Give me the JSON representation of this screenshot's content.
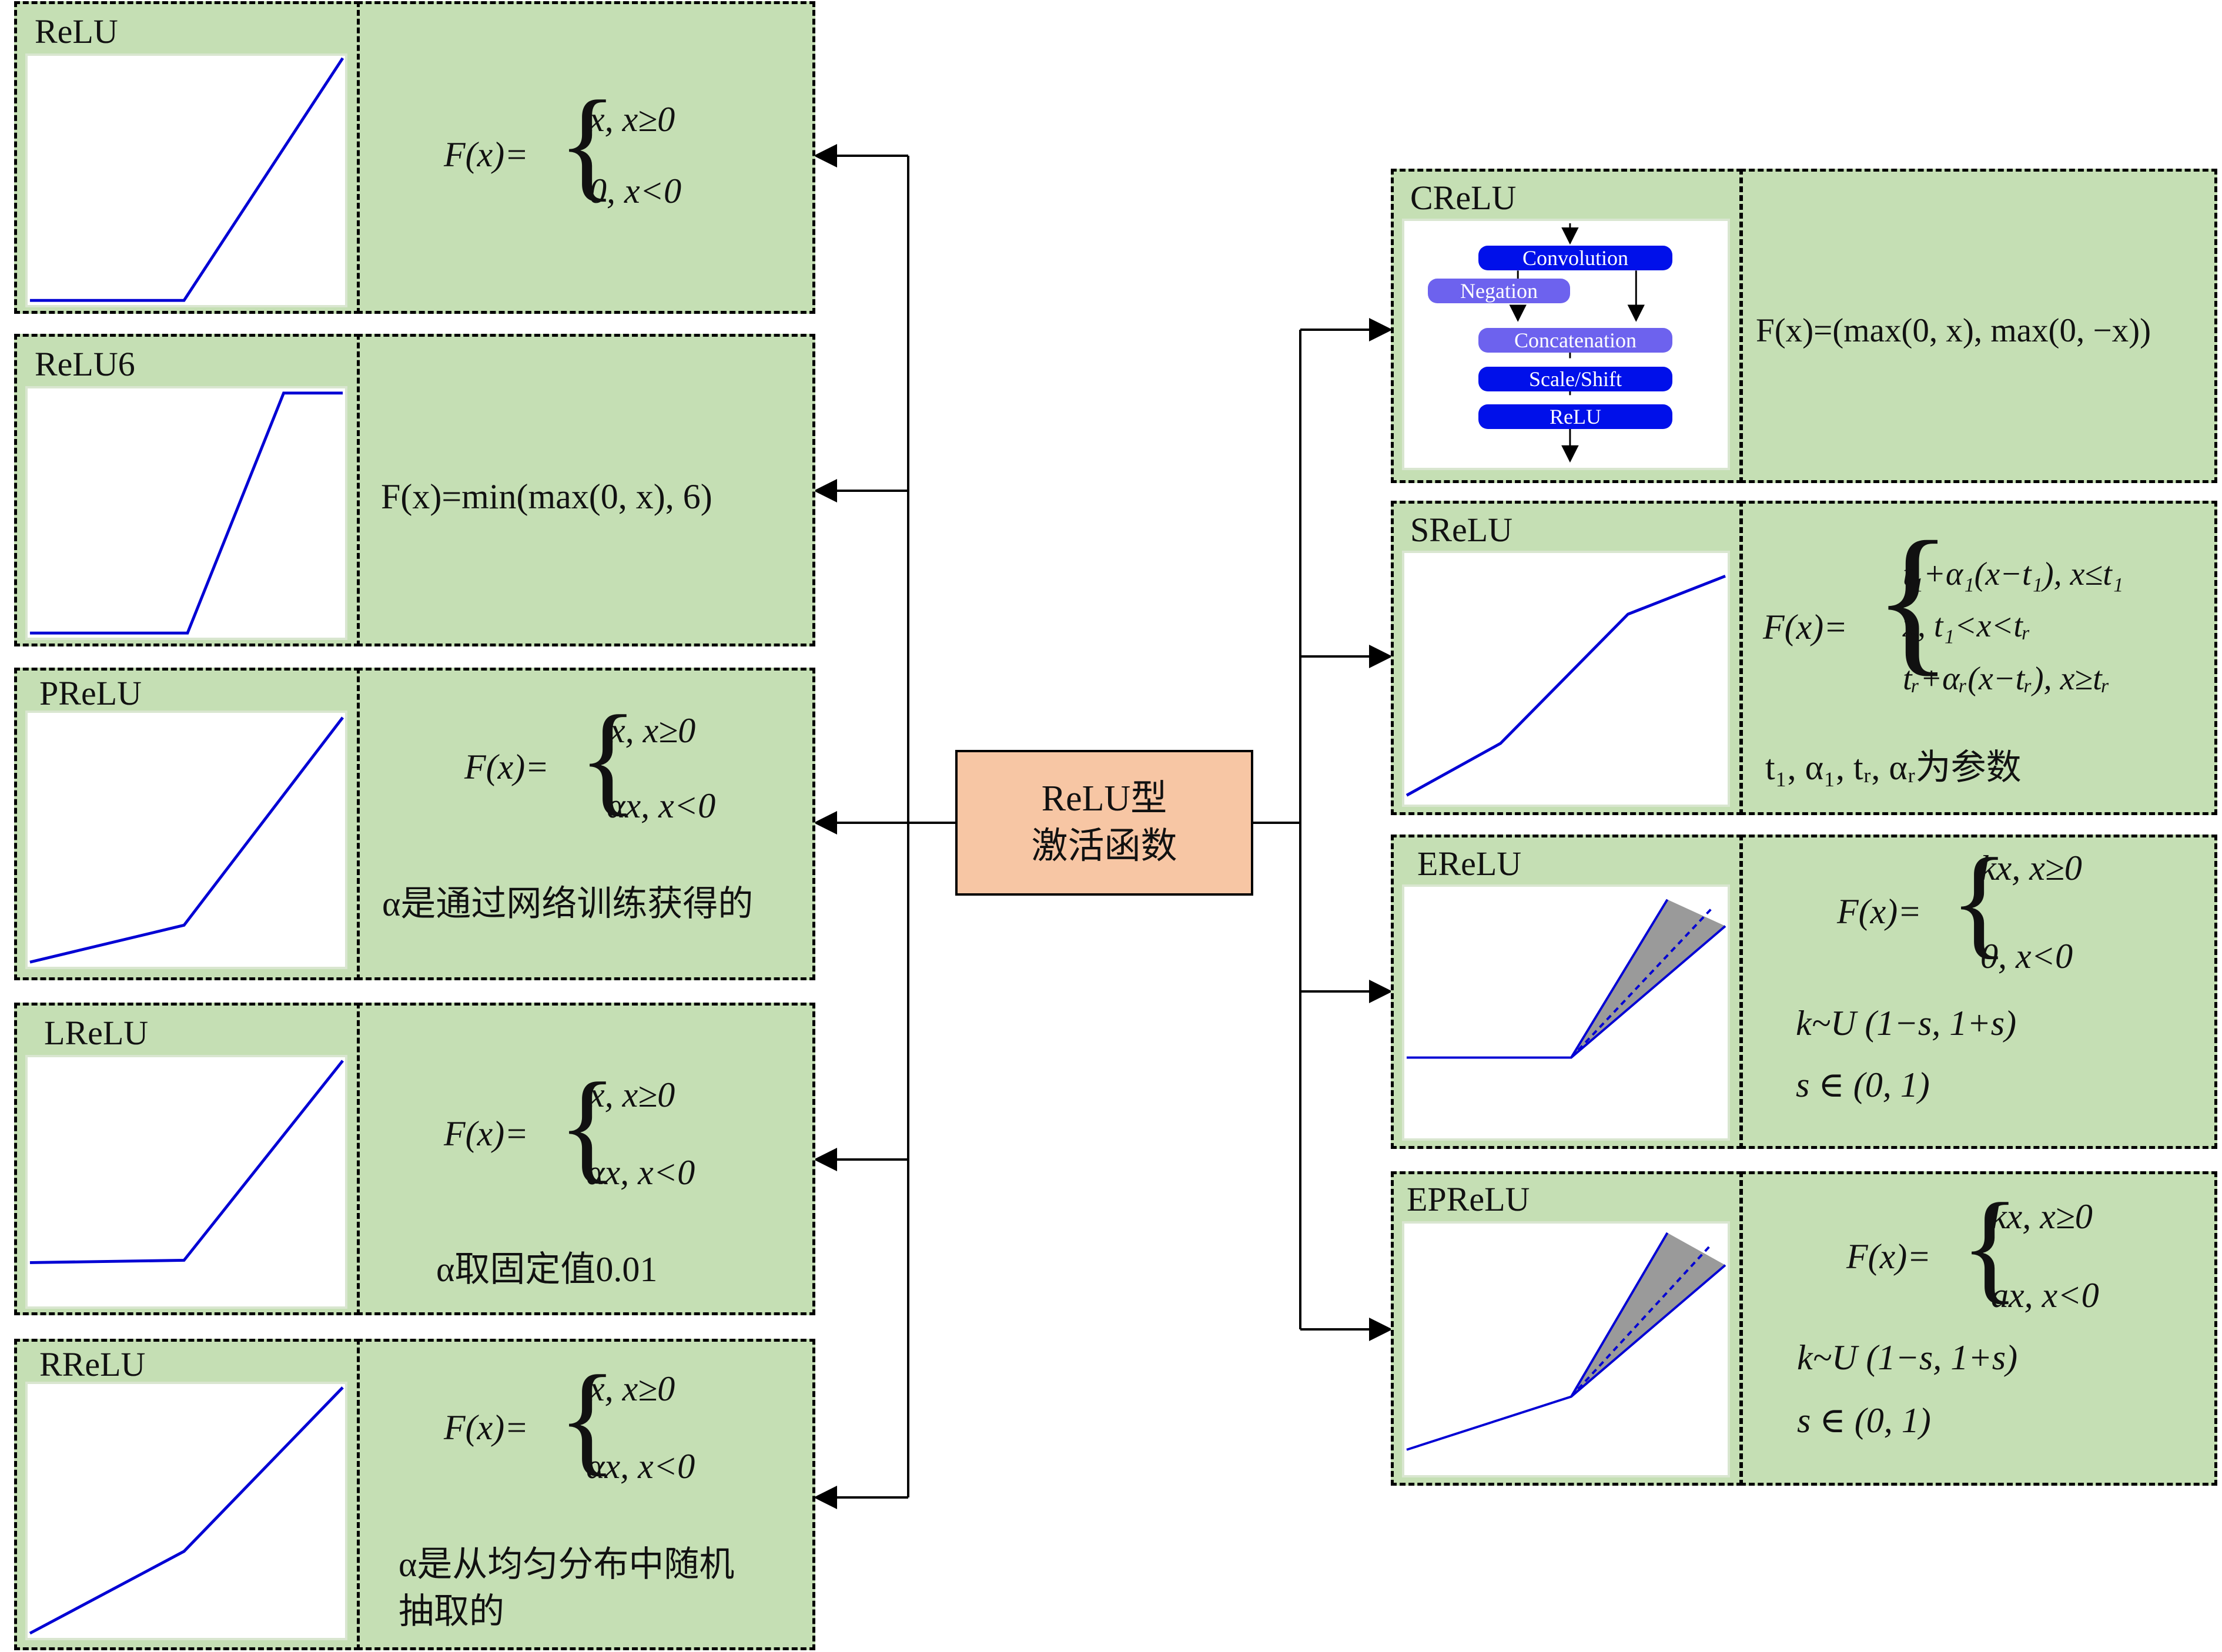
{
  "center": {
    "line1": "ReLU型",
    "line2": "激活函数"
  },
  "panels": {
    "relu": {
      "title": "ReLU",
      "lhs": "F(x)=",
      "case1": "x, x≥0",
      "case2": "0, x<0"
    },
    "relu6": {
      "title": "ReLU6",
      "formula": "F(x)=min(max(0, x), 6)"
    },
    "prelu": {
      "title": "PReLU",
      "lhs": "F(x)=",
      "case1": "x, x≥0",
      "case2": "αx, x<0",
      "note": "α是通过网络训练获得的"
    },
    "lrelu": {
      "title": "LReLU",
      "lhs": "F(x)=",
      "case1": "x, x≥0",
      "case2": "αx, x<0",
      "note": "α取固定值0.01"
    },
    "rrelu": {
      "title": "RReLU",
      "lhs": "F(x)=",
      "case1": "x, x≥0",
      "case2": "αx, x<0",
      "note1": "α是从均匀分布中随机",
      "note2": "抽取的"
    },
    "crelu": {
      "title": "CReLU",
      "formula": "F(x)=(max(0, x), max(0, −x))",
      "nodes": {
        "convolution": "Convolution",
        "negation": "Negation",
        "concatenation": "Concatenation",
        "scale_shift": "Scale/Shift",
        "relu": "ReLU"
      }
    },
    "srelu": {
      "title": "SReLU",
      "lhs": "F(x)=",
      "case1": "t₁+α₁(x−t₁), x≤t₁",
      "case2": "x, t₁<x<tᵣ",
      "case3": "tᵣ+αᵣ(x−tᵣ), x≥tᵣ",
      "note": "t₁, α₁, tᵣ, αᵣ为参数"
    },
    "erelu": {
      "title": "EReLU",
      "lhs": "F(x)=",
      "case1": "kx, x≥0",
      "case2": "0, x<0",
      "note1": "k~U (1−s, 1+s)",
      "note2": "s ∈ (0, 1)"
    },
    "eprelu": {
      "title": "EPReLU",
      "lhs": "F(x)=",
      "case1": "kx, x≥0",
      "case2": "ax, x<0",
      "note1": "k~U (1−s, 1+s)",
      "note2": "s ∈ (0, 1)"
    }
  },
  "colors": {
    "panel": "#c5dfb4",
    "center": "#f7c6a4",
    "curve": "#0000d4",
    "band": "#9a9a9a",
    "node_dark": "#0010ea",
    "node_light": "#6d62ee"
  }
}
